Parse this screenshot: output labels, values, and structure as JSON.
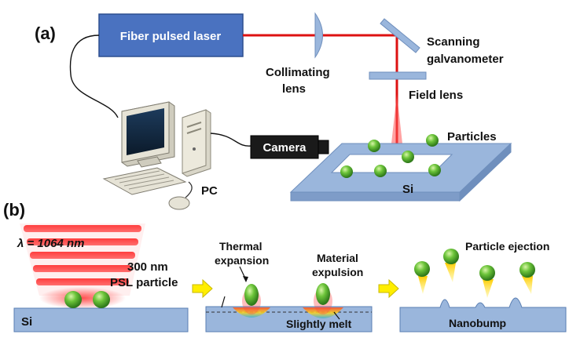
{
  "panel_a": {
    "label": "(a)",
    "laser": "Fiber pulsed laser",
    "collimating_lens": [
      "Collimating",
      "lens"
    ],
    "scanning_galvanometer": [
      "Scanning",
      "galvanometer"
    ],
    "field_lens": "Field lens",
    "camera": "Camera",
    "pc": "PC",
    "particles": "Particles",
    "substrate": "Si"
  },
  "panel_b": {
    "label": "(b)",
    "wavelength": "λ = 1064 nm",
    "particle_desc": [
      "300 nm",
      "PSL particle"
    ],
    "substrate": "Si",
    "thermal_expansion": [
      "Thermal",
      "expansion"
    ],
    "material_expulsion": [
      "Material",
      "expulsion"
    ],
    "slightly_melt": "Slightly melt",
    "particle_ejection": "Particle ejection",
    "nanobump": "Nanobump"
  },
  "colors": {
    "laser_box": "#4a72c0",
    "beam": "#dd1111",
    "substrate": "#9ab6dc",
    "particle": "#5cb82e",
    "arrow": "#ffee00"
  }
}
